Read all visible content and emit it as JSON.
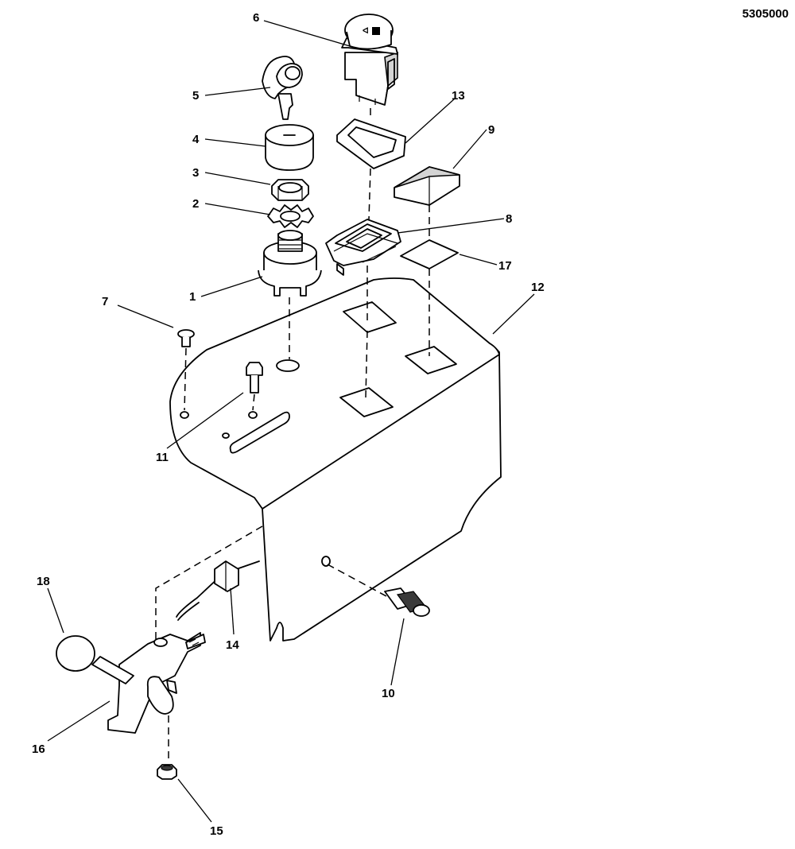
{
  "document_number": "5305000",
  "callouts": [
    "1",
    "2",
    "3",
    "4",
    "5",
    "6",
    "7",
    "8",
    "9",
    "10",
    "11",
    "12",
    "13",
    "14",
    "15",
    "16",
    "17",
    "18"
  ]
}
